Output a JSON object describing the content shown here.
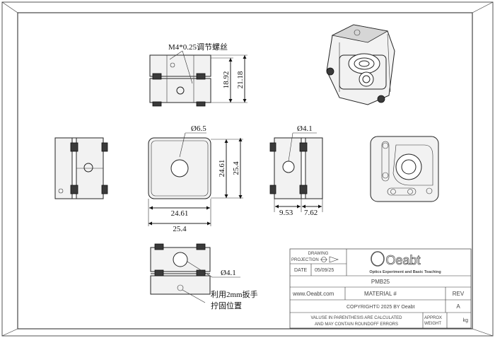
{
  "annotations": {
    "thread_note": "M4*0.25调节螺丝",
    "wrench_note_line1": "利用2mm扳手",
    "wrench_note_line2": "拧固位置"
  },
  "dimensions": {
    "d_1892": "18.92",
    "d_2118": "21.18",
    "d_phi65": "Ø6.5",
    "d_2461_v": "24.61",
    "d_254_v": "25.4",
    "d_2461_h": "24.61",
    "d_254_h": "25.4",
    "d_phi41_side": "Ø4.1",
    "d_953": "9.53",
    "d_762": "7.62",
    "d_phi41_bottom": "Ø4.1"
  },
  "title_block": {
    "drawing_label": "DRAWING",
    "projection_label": "PROJECTION",
    "date_label": "DATE",
    "date_value": "05/09/25",
    "logo_text": "Oeabt",
    "logo_subtitle": "Optics Experiment and Basic Teaching",
    "part_number": "PMB25",
    "website": "www.Oeabt.com",
    "material_label": "MATERIAL #",
    "rev_label": "REV",
    "rev_value": "A",
    "copyright": "COPYRIGHT© 2025 BY Oeabt",
    "note_line1": "VALUSE IN PARENTHESIS ARE CALCULATED",
    "note_line2": "AND MAY CONTAIN ROUNDOFF ERRORS",
    "approx_label": "APPROX",
    "weight_label": "WEIGHT",
    "weight_unit": "kg"
  }
}
